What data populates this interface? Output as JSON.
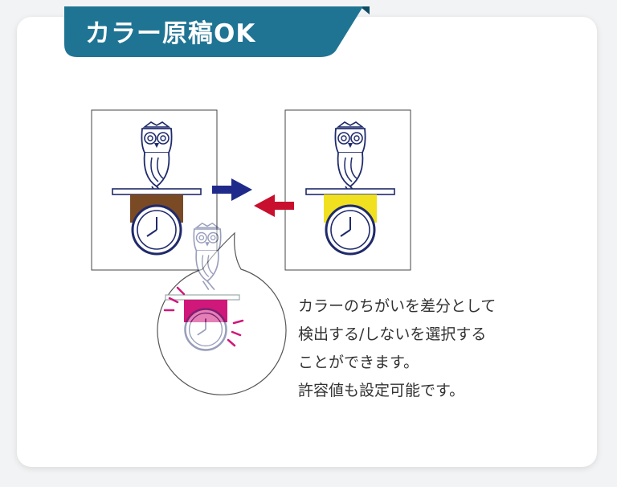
{
  "header": {
    "title": "カラー原稿OK"
  },
  "description": {
    "lines": [
      "カラーのちがいを差分として",
      "検出する/しないを選択する",
      "ことができます。",
      "許容値も設定可能です。"
    ]
  },
  "colors": {
    "tab": "#1f7494",
    "tab_dark": "#0f4c64",
    "owl_line": "#1f2a6b",
    "left_panel": "#7a4a24",
    "right_panel": "#f0e020",
    "diff_panel": "#d0187a",
    "arrow_blue": "#1f2a8b",
    "arrow_red": "#c8102e"
  },
  "icons": {
    "left": "owl-clock-brown",
    "right": "owl-clock-yellow",
    "zoom": "magnified-diff-bubble"
  }
}
